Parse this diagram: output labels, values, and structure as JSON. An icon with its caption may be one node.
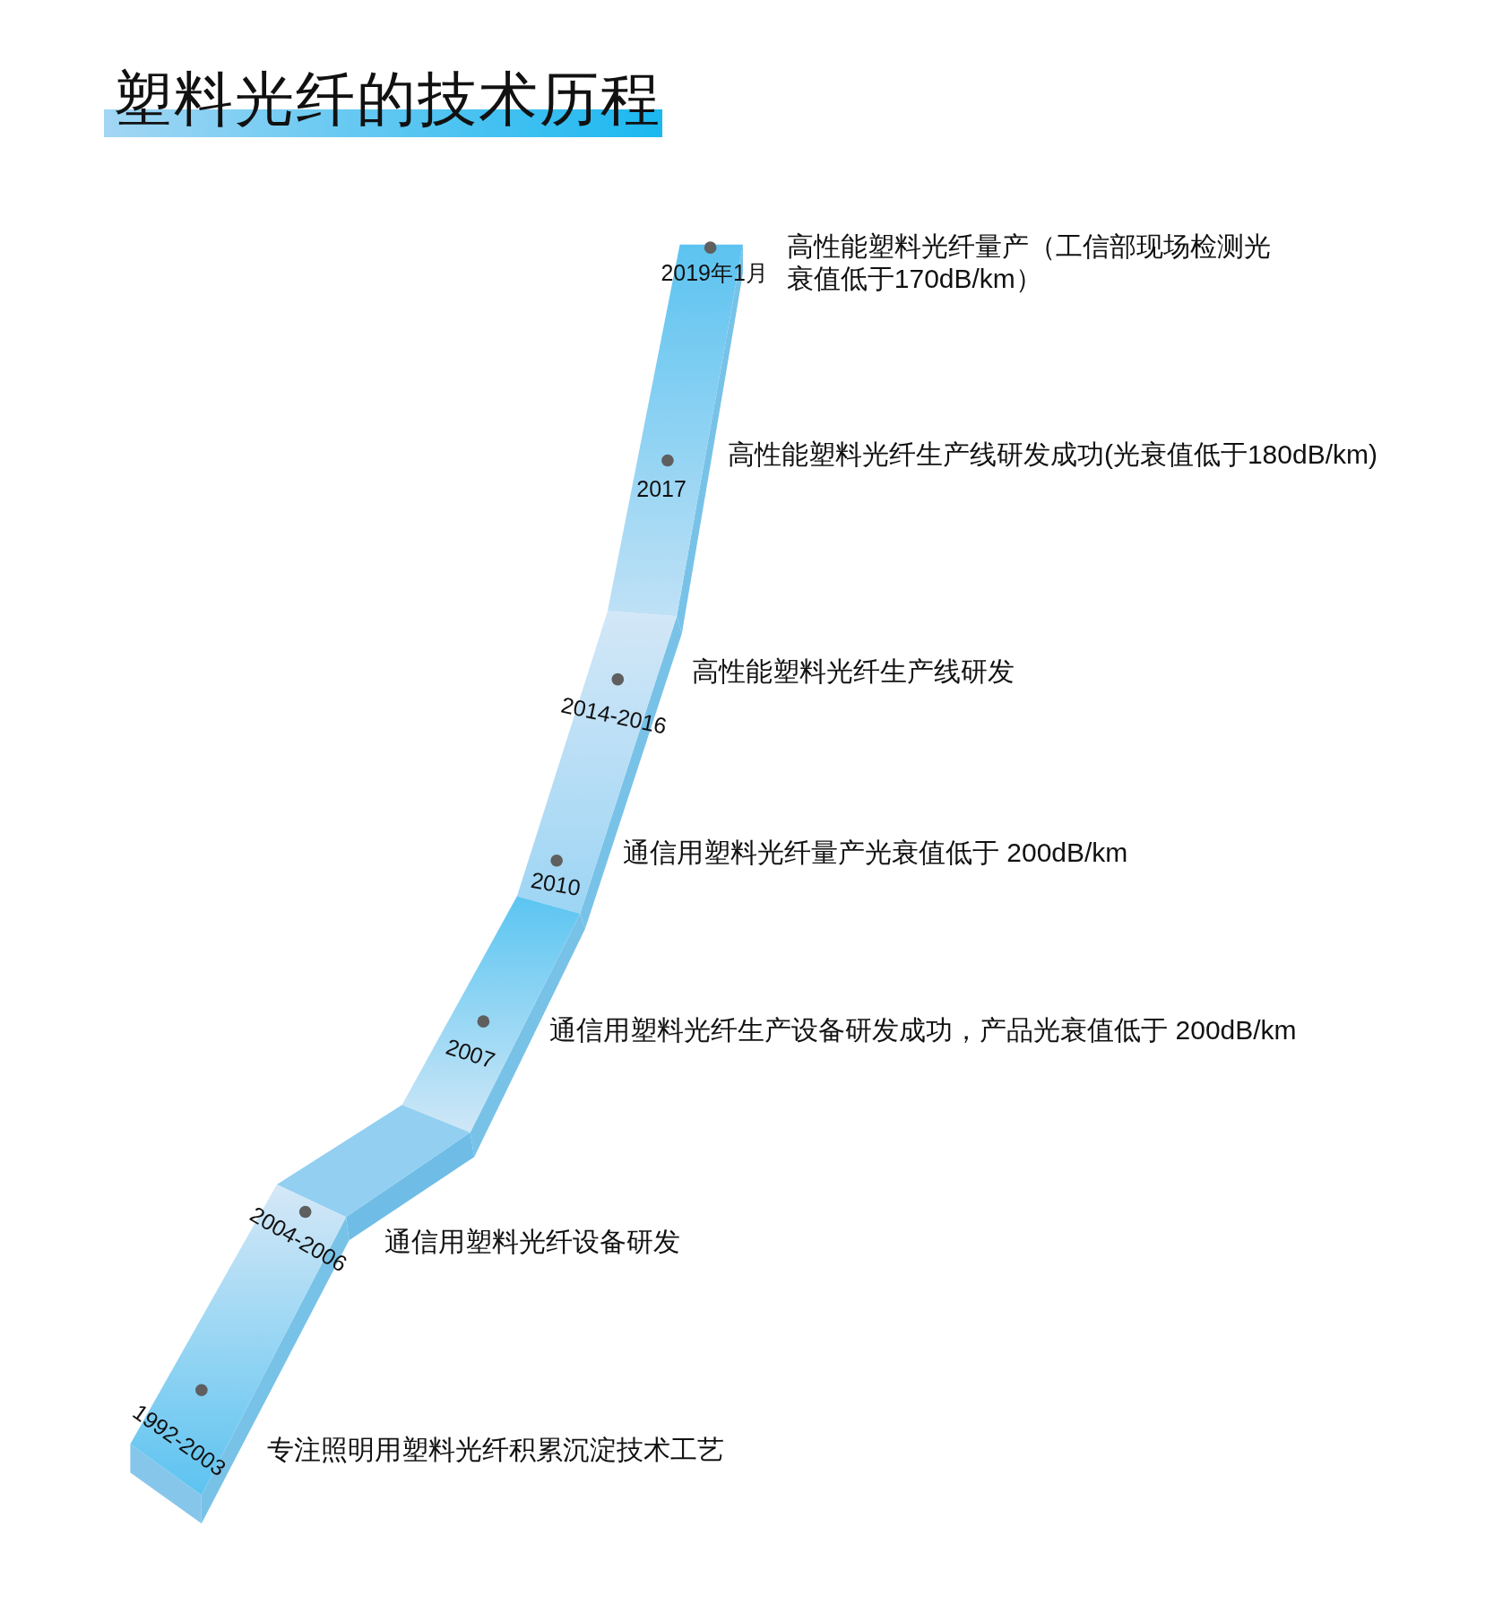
{
  "diagram": {
    "title": "塑料光纤的技术历程",
    "labels": [
      "2019年1月",
      "高性能塑料光纤量产（工信部现场检测光衰值低于170dB/km）",
      "2017",
      "高性能塑料光纤生产线研发成功(光衰值低于180dB/km)",
      "2014-2016",
      "高性能塑料光纤生产线研发",
      "2010",
      "通信用塑料光纤量产光衰值低于 200dB/km",
      "2007",
      "通信用塑料光纤生产设备研发成功，产品光衰值低于 200dB/km",
      "2004-2006",
      "通信用塑料光纤设备研发",
      "1992-2003",
      "专注照明用塑料光纤积累沉淀技术工艺"
    ]
  }
}
